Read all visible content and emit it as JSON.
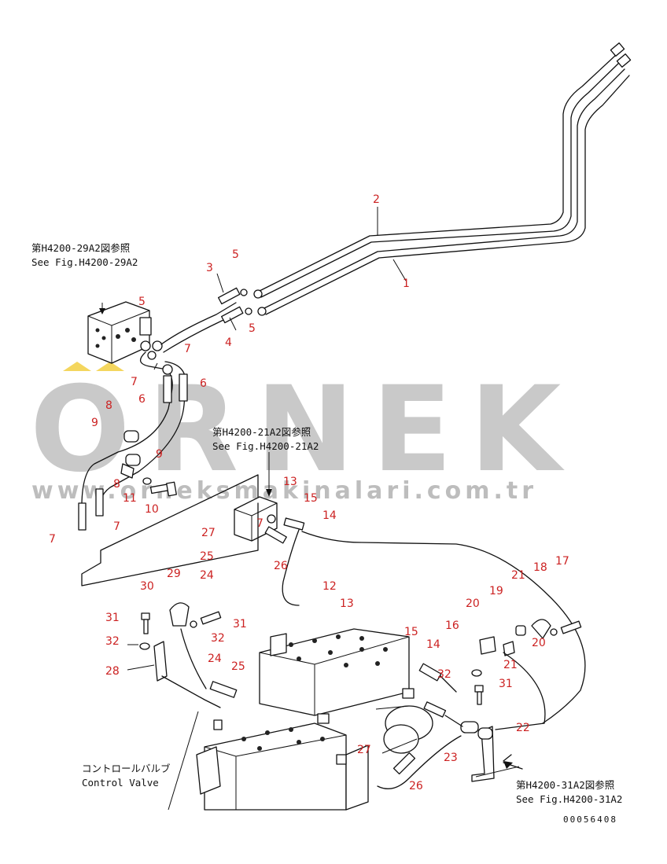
{
  "watermark": {
    "brand": "ORNEK",
    "url": "www.orneksmakinalari.com.tr",
    "color": "#c9c9c9",
    "accent": "#f0c419"
  },
  "references": {
    "fig_29a2_jp": "第H4200-29A2図参照",
    "fig_29a2_en": "See Fig.H4200-29A2",
    "fig_21a2_jp": "第H4200-21A2図参照",
    "fig_21a2_en": "See Fig.H4200-21A2",
    "fig_31a2_jp": "第H4200-31A2図参照",
    "fig_31a2_en": "See Fig.H4200-31A2",
    "control_valve_jp": "コントロールバルブ",
    "control_valve_en": "Control Valve"
  },
  "part_number": "00056408",
  "callout_color": "#cc2222",
  "callouts": [
    "1",
    "2",
    "3",
    "4",
    "5",
    "5",
    "5",
    "6",
    "6",
    "7",
    "7",
    "7",
    "7",
    "7",
    "8",
    "8",
    "9",
    "9",
    "10",
    "11",
    "12",
    "13",
    "13",
    "14",
    "14",
    "15",
    "15",
    "16",
    "17",
    "18",
    "19",
    "20",
    "20",
    "21",
    "21",
    "22",
    "23",
    "24",
    "24",
    "25",
    "25",
    "26",
    "26",
    "27",
    "27",
    "28",
    "29",
    "30",
    "31",
    "31",
    "31",
    "32",
    "32",
    "32"
  ]
}
